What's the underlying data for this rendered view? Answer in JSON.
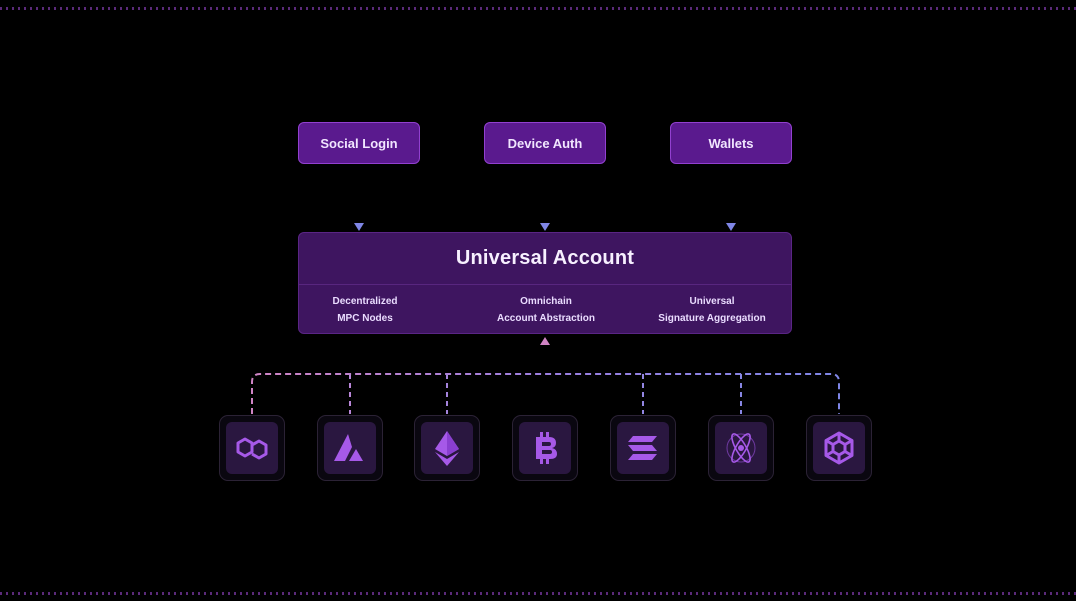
{
  "auth_methods": [
    {
      "label": "Social Login"
    },
    {
      "label": "Device Auth"
    },
    {
      "label": "Wallets"
    }
  ],
  "universal_account": {
    "title": "Universal Account",
    "features": [
      {
        "line1": "Decentralized",
        "line2": "MPC Nodes"
      },
      {
        "line1": "Omnichain",
        "line2": "Account Abstraction"
      },
      {
        "line1": "Universal",
        "line2": "Signature Aggregation"
      }
    ]
  },
  "chains": [
    {
      "icon": "polygon-icon"
    },
    {
      "icon": "avalanche-icon"
    },
    {
      "icon": "ethereum-icon"
    },
    {
      "icon": "bitcoin-icon"
    },
    {
      "icon": "solana-icon"
    },
    {
      "icon": "cosmos-icon"
    },
    {
      "icon": "bnb-chain-icon"
    }
  ],
  "colors": {
    "background": "#000000",
    "auth_box": "#5a1a8e",
    "universal_account_box": "#3e1560",
    "chain_tile": "#2a1740",
    "icon": "#a659e8",
    "connector_pink": "#d084c4",
    "connector_blue": "#7f86e6"
  }
}
